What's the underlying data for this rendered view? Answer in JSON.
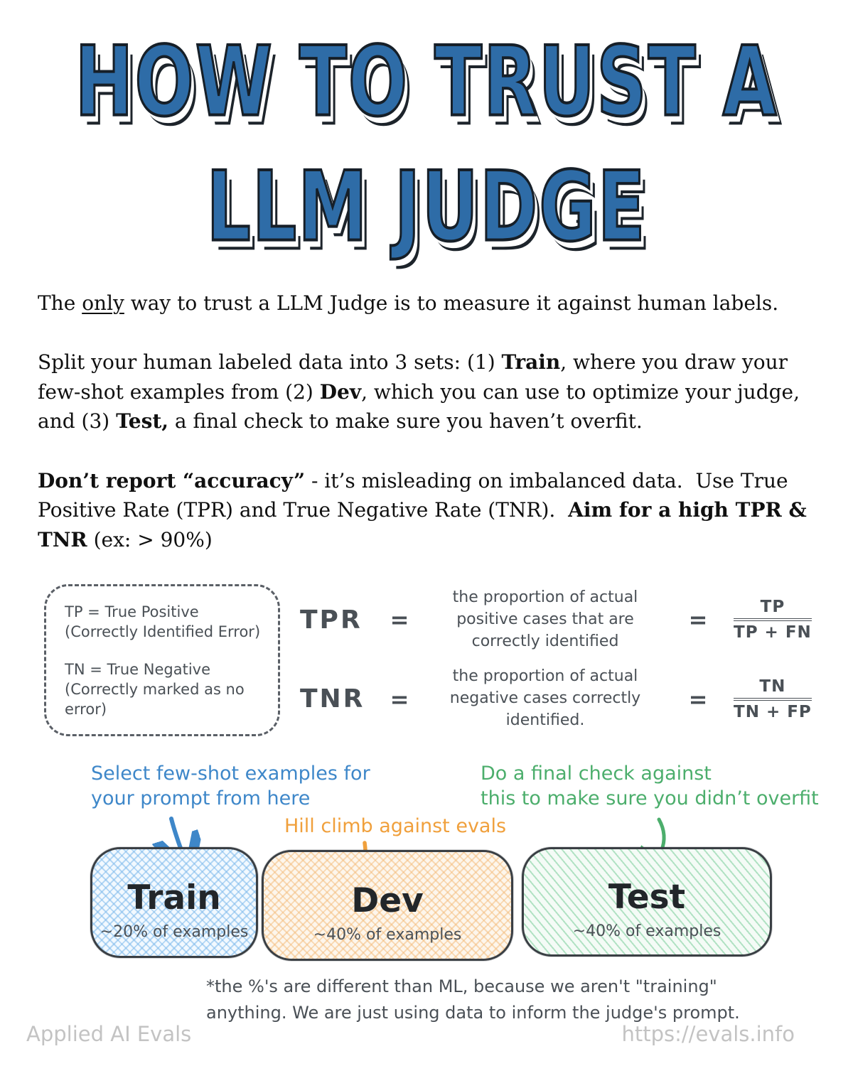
{
  "title": {
    "line1": "HOW TO TRUST A",
    "line2": "LLM JUDGE"
  },
  "intro": {
    "pre": "The ",
    "underlined": "only",
    "post": " way to trust a LLM Judge is to measure it against human labels."
  },
  "split_para": {
    "s1": "Split your human labeled data into 3 sets: (1) ",
    "b1": "Train",
    "s2": ", where you draw your few-shot examples from (2) ",
    "b2": "Dev",
    "s3": ", which you can use to optimize your judge, and (3) ",
    "b3": "Test,",
    "s4": " a final check to make sure you haven’t overfit."
  },
  "accuracy_para": {
    "b1": "Don’t report “accuracy”",
    "s1": " - it’s misleading on imbalanced data.  Use True Positive Rate (TPR) and True Negative Rate (TNR).  ",
    "b2": "Aim for a high TPR & TNR",
    "s2": " (ex: > 90%)"
  },
  "definitions": {
    "tp": "TP = True Positive\n(Correctly Identified Error)",
    "tn": "TN = True Negative\n(Correctly marked as no\nerror)"
  },
  "tpr": {
    "label": "TPR",
    "eq": "=",
    "desc": "the proportion of actual\npositive cases that are\ncorrectly identified",
    "eq2": "=",
    "frac_num": "TP",
    "frac_den": "TP + FN"
  },
  "tnr": {
    "label": "TNR",
    "eq": "=",
    "desc": "the proportion of actual\nnegative cases correctly\nidentified.",
    "eq2": "=",
    "frac_num": "TN",
    "frac_den": "TN + FP"
  },
  "annotations": {
    "train": {
      "text": "Select few-shot examples for\nyour prompt from here",
      "color": "#3e87c9"
    },
    "dev": {
      "text": "Hill climb against evals",
      "color": "#f0a03c"
    },
    "test": {
      "text": "Do a final check against\nthis to make sure you didn’t overfit",
      "color": "#4cae6c"
    }
  },
  "boxes": [
    {
      "name": "Train",
      "share": "~20% of examples",
      "fill": "#cfe6f9"
    },
    {
      "name": "Dev",
      "share": "~40% of examples",
      "fill": "#f9e5c8"
    },
    {
      "name": "Test",
      "share": "~40% of examples",
      "fill": "#dff2e5"
    }
  ],
  "footnote": "*the %'s are different than ML, because we aren't \"training\"\nanything.  We are just using data to inform the judge's prompt.",
  "footer": {
    "left": "Applied AI Evals",
    "right": "https://evals.info"
  },
  "colors": {
    "title_blue": "#2e6ca7",
    "ink_gray": "#4a5056",
    "body_text": "#101010",
    "footer_gray": "#c3c3c3"
  }
}
